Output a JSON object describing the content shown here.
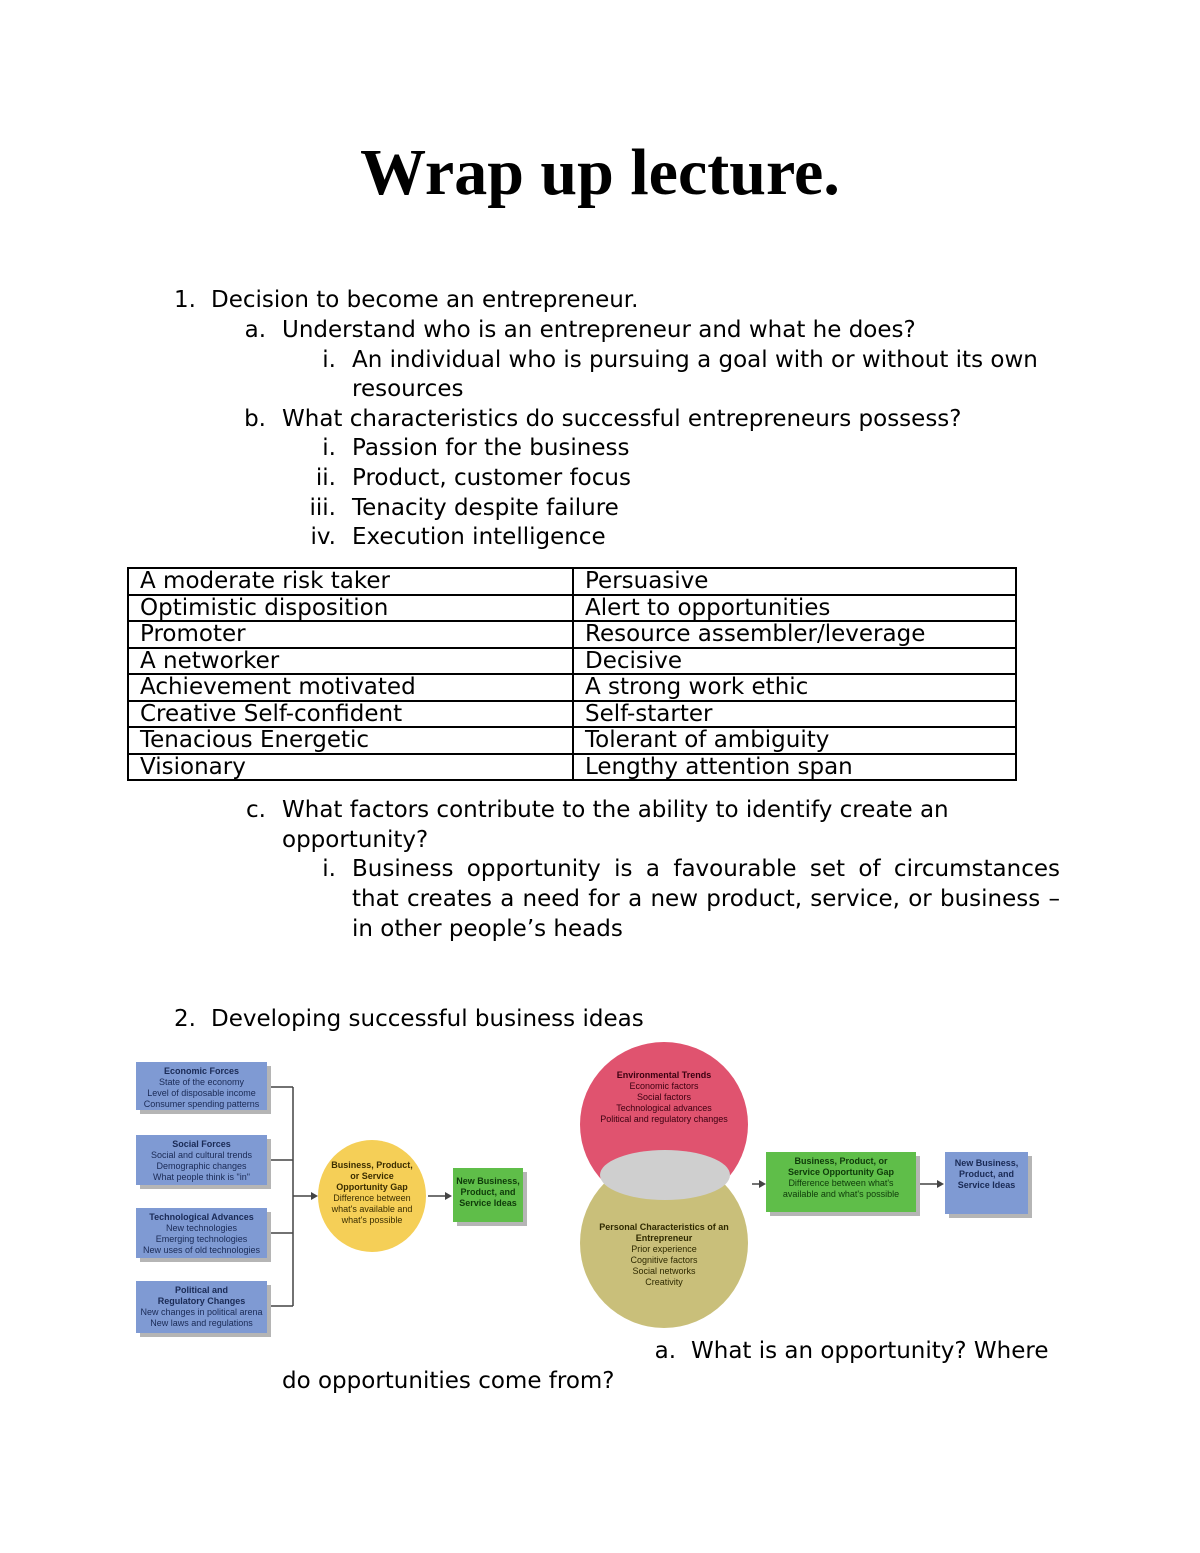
{
  "title": "Wrap up lecture.",
  "section1": {
    "number": "1.",
    "heading": "Decision to become an entrepreneur.",
    "a": {
      "marker": "a.",
      "text": "Understand who is an entrepreneur and what he does?",
      "i_marker": "i.",
      "i_line1": "An individual who is pursuing a goal with or without its own",
      "i_line2": "resources"
    },
    "b": {
      "marker": "b.",
      "text": "What characteristics do successful entrepreneurs possess?",
      "items": [
        {
          "marker": "i.",
          "text": "Passion for the business"
        },
        {
          "marker": "ii.",
          "text": "Product, customer focus"
        },
        {
          "marker": "iii.",
          "text": "Tenacity despite failure"
        },
        {
          "marker": "iv.",
          "text": "Execution intelligence"
        }
      ]
    },
    "table": [
      [
        "A moderate risk taker",
        "Persuasive"
      ],
      [
        "Optimistic disposition",
        "Alert to opportunities"
      ],
      [
        "Promoter",
        "Resource assembler/leverage"
      ],
      [
        "A networker",
        "Decisive"
      ],
      [
        "Achievement motivated",
        "A strong work ethic"
      ],
      [
        "Creative Self-confident",
        "Self-starter"
      ],
      [
        "Tenacious Energetic",
        "Tolerant of ambiguity"
      ],
      [
        "Visionary",
        "Lengthy attention span"
      ]
    ],
    "c": {
      "marker": "c.",
      "line1": "What factors contribute to the ability to identify create an",
      "line2": "opportunity?",
      "i_marker": "i.",
      "i_text": "Business opportunity is a favourable set of circumstances that creates a need for a new product, service, or business – in other people’s heads"
    }
  },
  "section2": {
    "number": "2.",
    "heading": "Developing successful business ideas",
    "a_marker": "a.",
    "a_line1": "What is an opportunity? Where",
    "a_line2": "do opportunities come from?"
  },
  "diagram_left": {
    "forces": [
      {
        "title": "Economic Forces",
        "lines": [
          "State of the economy",
          "Level of disposable income",
          "Consumer spending patterns"
        ]
      },
      {
        "title": "Social Forces",
        "lines": [
          "Social and cultural trends",
          "Demographic changes",
          "What people think is \"in\""
        ]
      },
      {
        "title": "Technological Advances",
        "lines": [
          "New technologies",
          "Emerging technologies",
          "New uses of old technologies"
        ]
      },
      {
        "title": "Political and Regulatory Changes",
        "lines": [
          "New changes in political arena",
          "New laws and regulations"
        ]
      }
    ],
    "gap": {
      "title": "Business, Product, or Service Opportunity Gap",
      "lines": [
        "Difference between what's available and what's possible"
      ]
    },
    "result": {
      "title": "New Business, Product, and Service Ideas"
    }
  },
  "diagram_right": {
    "env": {
      "title": "Environmental Trends",
      "lines": [
        "Economic factors",
        "Social factors",
        "Technological advances",
        "Political and regulatory changes"
      ]
    },
    "personal": {
      "title": "Personal Characteristics of an Entrepreneur",
      "lines": [
        "Prior experience",
        "Cognitive factors",
        "Social networks",
        "Creativity"
      ]
    },
    "gap": {
      "title": "Business, Product, or Service Opportunity Gap",
      "lines": [
        "Difference between what's available and what's possible"
      ]
    },
    "result": {
      "title": "New Business, Product, and Service Ideas"
    }
  },
  "colors": {
    "blue_box": "#7f9ad3",
    "green_box": "#5fbe49",
    "yellow_circle": "#f5cf57",
    "pink_circle": "#e0536f",
    "olive_circle": "#c9bf7a",
    "overlap": "#cfcfcf"
  }
}
